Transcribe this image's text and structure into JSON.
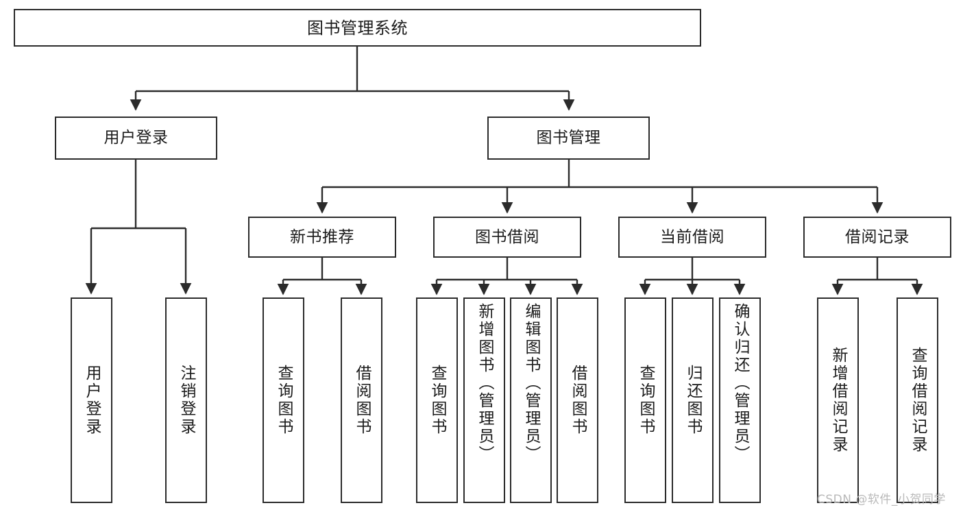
{
  "diagram": {
    "title": "图书管理系统",
    "type": "tree-hierarchy-chart",
    "level1": [
      {
        "id": "root",
        "label": "图书管理系统"
      }
    ],
    "level2": [
      {
        "id": "user-login",
        "label": "用户登录"
      },
      {
        "id": "book-manage",
        "label": "图书管理"
      }
    ],
    "level3": [
      {
        "id": "new-book-recommend",
        "label": "新书推荐"
      },
      {
        "id": "book-borrow",
        "label": "图书借阅"
      },
      {
        "id": "current-borrow",
        "label": "当前借阅"
      },
      {
        "id": "borrow-record",
        "label": "借阅记录"
      }
    ],
    "leaves": {
      "user_login": [
        {
          "id": "leaf-user-login",
          "label": "用户登录"
        },
        {
          "id": "leaf-logout-login",
          "label": "注销登录"
        }
      ],
      "new_book_recommend": [
        {
          "id": "leaf-query-book-1",
          "label": "查询图书"
        },
        {
          "id": "leaf-borrow-book-1",
          "label": "借阅图书"
        }
      ],
      "book_borrow": [
        {
          "id": "leaf-query-book-2",
          "label": "查询图书"
        },
        {
          "id": "leaf-add-book",
          "label": "新增图书（管理员）"
        },
        {
          "id": "leaf-edit-book",
          "label": "编辑图书（管理员）"
        },
        {
          "id": "leaf-borrow-book-2",
          "label": "借阅图书"
        }
      ],
      "current_borrow": [
        {
          "id": "leaf-query-book-3",
          "label": "查询图书"
        },
        {
          "id": "leaf-return-book",
          "label": "归还图书"
        },
        {
          "id": "leaf-confirm-return",
          "label": "确认归还（管理员）"
        }
      ],
      "borrow_record": [
        {
          "id": "leaf-add-borrow-record",
          "label": "新增借阅记录"
        },
        {
          "id": "leaf-query-borrow-record",
          "label": "查询借阅记录"
        }
      ]
    }
  },
  "watermark": {
    "text": "CSDN @软件_小贺同学"
  },
  "colors": {
    "stroke": "#2b2b2b",
    "fill": "#ffffff",
    "text": "#1b1b1b",
    "watermark": "#b9b9b9"
  }
}
